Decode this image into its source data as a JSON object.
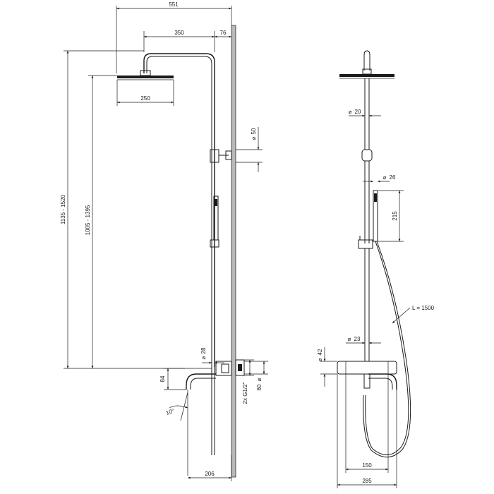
{
  "side_view": {
    "dim_overall_width": "551",
    "dim_arm_reach": "350",
    "dim_wall_offset": "76",
    "dim_head_width": "250",
    "dim_total_height": "1135 - 1520",
    "dim_head_height": "1005 - 1395",
    "dim_bracket": "50",
    "dim_riser": "28",
    "dim_spout_drop": "84",
    "dim_spout_angle": "10°",
    "dim_connection": "2x G1/2\"",
    "dim_escutcheon": "60",
    "dim_spout_reach": "206"
  },
  "front_view": {
    "dim_arm": "20",
    "dim_handshower": "26",
    "dim_handshower_length": "215",
    "dim_hose": "L = 1500",
    "dim_riser": "23",
    "dim_mixer": "42",
    "dim_centres": "150",
    "dim_mixer_width": "285"
  }
}
